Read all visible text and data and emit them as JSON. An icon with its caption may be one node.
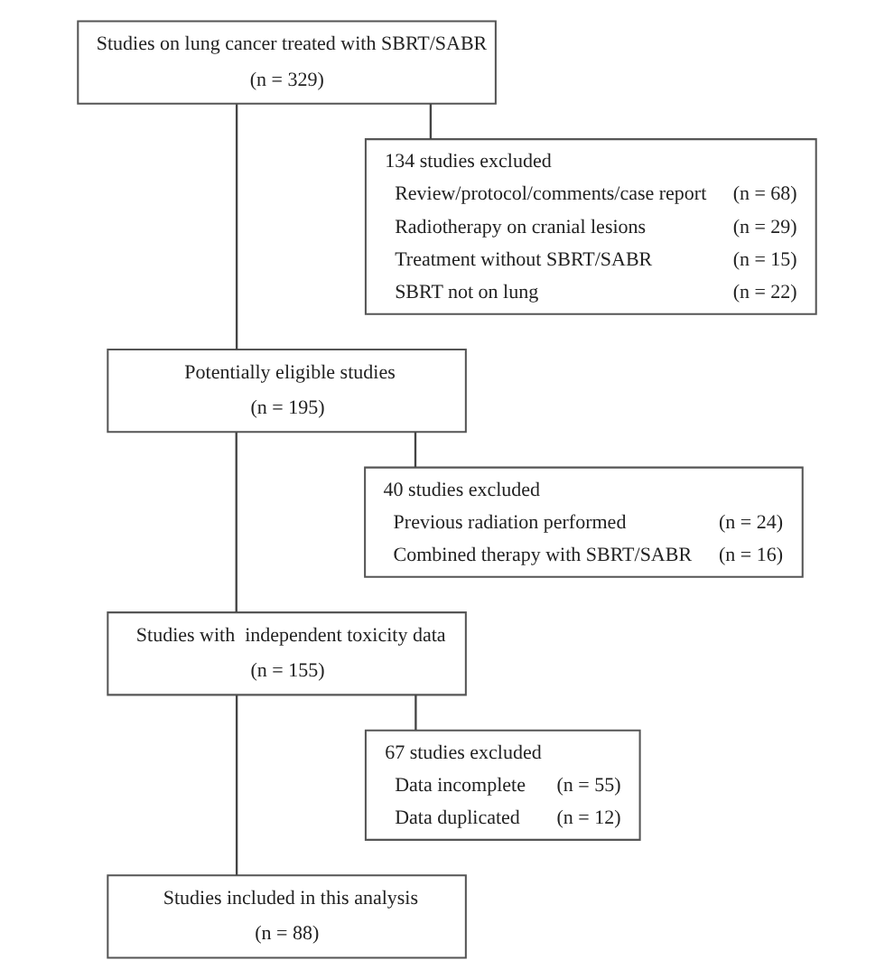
{
  "diagram": {
    "nodes": [
      {
        "text": [
          "Studies on lung cancer treated with SBRT/SABR",
          "(n = 329)"
        ]
      },
      {
        "text": [
          "134 studies excluded",
          "Review/protocol/comments/case report",
          "(n = 68)",
          "Radiotherapy on cranial lesions",
          "(n = 29)",
          "Treatment without SBRT/SABR",
          "(n = 15)",
          "SBRT not on lung",
          "(n = 22)"
        ]
      },
      {
        "text": [
          "Potentially eligible studies",
          "(n = 195)"
        ]
      },
      {
        "text": [
          "40 studies excluded",
          "Previous radiation performed",
          "(n = 24)",
          "Combined therapy with SBRT/SABR",
          "(n = 16)"
        ]
      },
      {
        "text": [
          "Studies with  independent toxicity data",
          "(n = 155)"
        ]
      },
      {
        "text": [
          "67 studies excluded",
          "Data incomplete",
          "(n = 55)",
          "Data duplicated",
          "(n = 12)"
        ]
      },
      {
        "text": [
          "Studies included in this analysis",
          "(n = 88)"
        ]
      }
    ],
    "edges": [
      {
        "from": 0,
        "to": 2,
        "arrow": "none"
      },
      {
        "from": 0,
        "to": 1,
        "arrow": "none"
      },
      {
        "from": 2,
        "to": 4,
        "arrow": "none"
      },
      {
        "from": 2,
        "to": 3,
        "arrow": "none"
      },
      {
        "from": 4,
        "to": 6,
        "arrow": "none"
      },
      {
        "from": 4,
        "to": 5,
        "arrow": "none"
      }
    ]
  }
}
